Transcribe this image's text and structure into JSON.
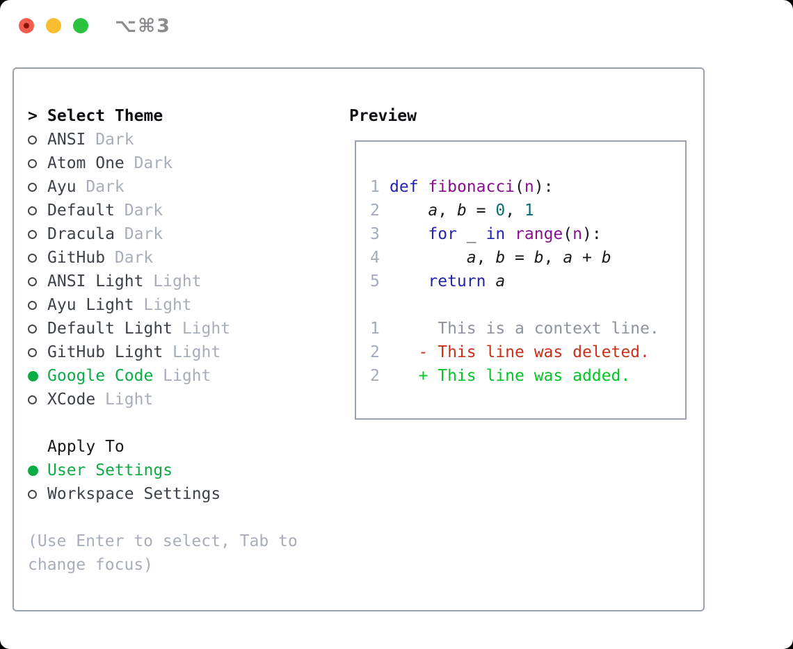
{
  "window": {
    "shortcut": "⌥⌘3"
  },
  "traffic_lights": {
    "close": "#f25d50",
    "close_dot": "#8c1207",
    "minimize": "#f8bd30",
    "zoom": "#2bc23e"
  },
  "theme_selector": {
    "prompt": ">",
    "title": "Select Theme",
    "items": [
      {
        "name": "ANSI",
        "tag": "Dark",
        "selected": false
      },
      {
        "name": "Atom One",
        "tag": "Dark",
        "selected": false
      },
      {
        "name": "Ayu",
        "tag": "Dark",
        "selected": false
      },
      {
        "name": "Default",
        "tag": "Dark",
        "selected": false
      },
      {
        "name": "Dracula",
        "tag": "Dark",
        "selected": false
      },
      {
        "name": "GitHub",
        "tag": "Dark",
        "selected": false
      },
      {
        "name": "ANSI Light",
        "tag": "Light",
        "selected": false
      },
      {
        "name": "Ayu Light",
        "tag": "Light",
        "selected": false
      },
      {
        "name": "Default Light",
        "tag": "Light",
        "selected": false
      },
      {
        "name": "GitHub Light",
        "tag": "Light",
        "selected": false
      },
      {
        "name": "Google Code",
        "tag": "Light",
        "selected": true
      },
      {
        "name": "XCode",
        "tag": "Light",
        "selected": false
      }
    ]
  },
  "apply_to": {
    "title": "Apply To",
    "options": [
      {
        "label": "User Settings",
        "selected": true
      },
      {
        "label": "Workspace Settings",
        "selected": false
      }
    ]
  },
  "hint": {
    "lines": [
      "(Use Enter to select, Tab to",
      "change focus)"
    ]
  },
  "preview": {
    "title": "Preview",
    "code_lines": [
      {
        "num": "1",
        "segments": [
          {
            "t": "def",
            "c": "kw"
          },
          {
            "t": " ",
            "c": "pl"
          },
          {
            "t": "fibonacci",
            "c": "fn"
          },
          {
            "t": "(",
            "c": "pl"
          },
          {
            "t": "n",
            "c": "fn"
          },
          {
            "t": "):",
            "c": "pl"
          }
        ]
      },
      {
        "num": "2",
        "segments": [
          {
            "t": "    ",
            "c": "pl"
          },
          {
            "t": "a",
            "c": "var"
          },
          {
            "t": ", ",
            "c": "pl"
          },
          {
            "t": "b",
            "c": "var"
          },
          {
            "t": " = ",
            "c": "pl"
          },
          {
            "t": "0",
            "c": "lit"
          },
          {
            "t": ", ",
            "c": "pl"
          },
          {
            "t": "1",
            "c": "lit"
          }
        ]
      },
      {
        "num": "3",
        "segments": [
          {
            "t": "    ",
            "c": "pl"
          },
          {
            "t": "for",
            "c": "kw"
          },
          {
            "t": " _ ",
            "c": "pl"
          },
          {
            "t": "in",
            "c": "kw"
          },
          {
            "t": " ",
            "c": "pl"
          },
          {
            "t": "range",
            "c": "fn"
          },
          {
            "t": "(",
            "c": "pl"
          },
          {
            "t": "n",
            "c": "fn"
          },
          {
            "t": "):",
            "c": "pl"
          }
        ]
      },
      {
        "num": "4",
        "segments": [
          {
            "t": "        ",
            "c": "pl"
          },
          {
            "t": "a",
            "c": "var"
          },
          {
            "t": ", ",
            "c": "pl"
          },
          {
            "t": "b",
            "c": "var"
          },
          {
            "t": " = ",
            "c": "pl"
          },
          {
            "t": "b",
            "c": "var"
          },
          {
            "t": ", ",
            "c": "pl"
          },
          {
            "t": "a",
            "c": "var"
          },
          {
            "t": " + ",
            "c": "pl"
          },
          {
            "t": "b",
            "c": "var"
          }
        ]
      },
      {
        "num": "5",
        "segments": [
          {
            "t": "    ",
            "c": "pl"
          },
          {
            "t": "return",
            "c": "kw"
          },
          {
            "t": " ",
            "c": "pl"
          },
          {
            "t": "a",
            "c": "var"
          }
        ]
      }
    ],
    "diff_lines": [
      {
        "num": "1",
        "marker": " ",
        "text": "This is a context line.",
        "kind": "context"
      },
      {
        "num": "2",
        "marker": "-",
        "text": "This line was deleted.",
        "kind": "deleted"
      },
      {
        "num": "2",
        "marker": "+",
        "text": "This line was added.",
        "kind": "added"
      }
    ]
  },
  "colors": {
    "accent_green": "#0cab45",
    "keyword_blue": "#2323b2",
    "function_purple": "#8a0f8f",
    "literal_teal": "#0c6e6e",
    "deleted_red": "#c93018",
    "added_green": "#04c426",
    "muted_gray": "#a7aeb9",
    "line_number_gray": "#a3abbb",
    "border_gray": "#9aa2ad"
  }
}
